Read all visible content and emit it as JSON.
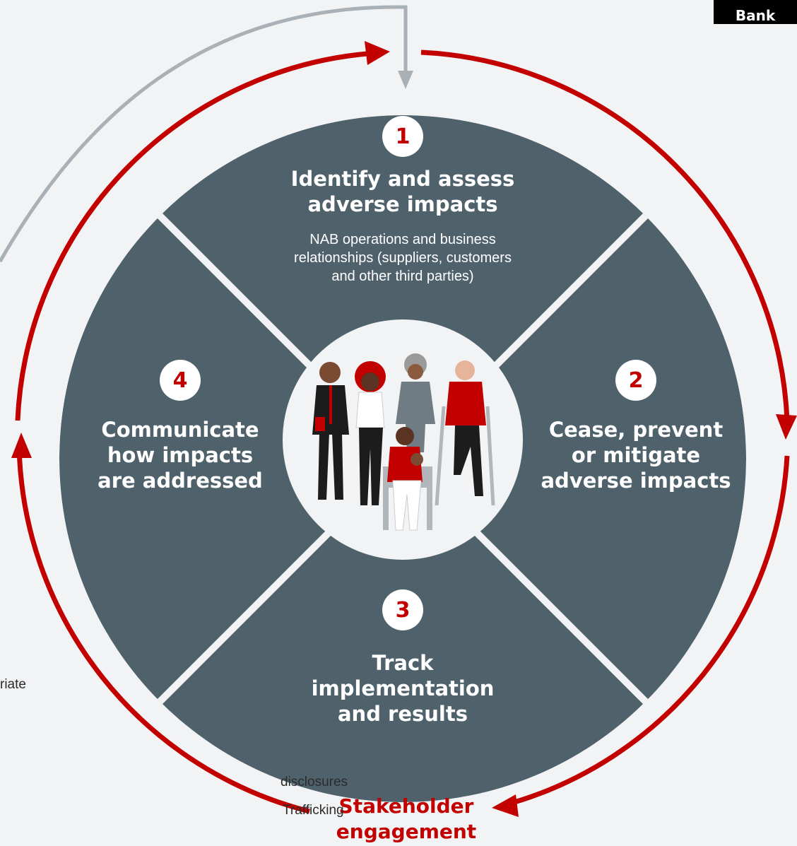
{
  "brand": {
    "label": "Bank"
  },
  "center_image": {
    "icon": "diverse-people-group-icon"
  },
  "segments": [
    {
      "number": "1",
      "title_lines": [
        "Identify and assess",
        "adverse impacts"
      ],
      "body_lines": [
        "NAB operations and business",
        "relationships (suppliers, customers",
        "and other third parties)"
      ]
    },
    {
      "number": "2",
      "title_lines": [
        "Cease, prevent",
        "or mitigate",
        "adverse impacts"
      ]
    },
    {
      "number": "3",
      "title_lines": [
        "Track",
        "implementation",
        "and results"
      ]
    },
    {
      "number": "4",
      "title_lines": [
        "Communicate",
        "how impacts",
        "are addressed"
      ]
    }
  ],
  "stakeholder": {
    "line1": "Stakeholder",
    "line2": "engagement"
  },
  "side_text": {
    "line1": "riate",
    "line2": "disclosures",
    "line3": "Trafficking"
  },
  "colors": {
    "segment": "#4f626c",
    "accent": "#c20000",
    "feedback_arrow": "#a9b0b6",
    "background": "#f2f3f5"
  }
}
